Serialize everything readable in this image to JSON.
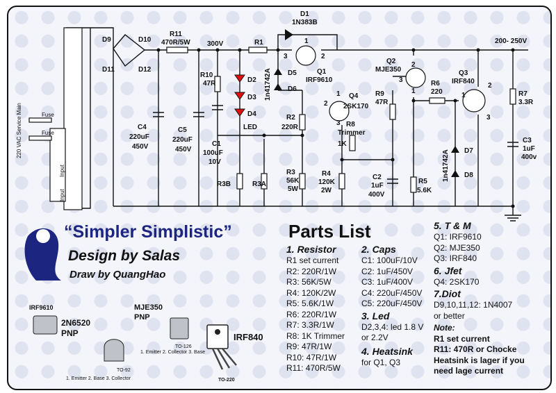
{
  "schematic": {
    "labels": {
      "d1": "D1",
      "d1_part": "1N383B",
      "d9": "D9",
      "d10": "D10",
      "d11": "D11",
      "d12": "D12",
      "r11": "R11",
      "r11_val": "470R/5W",
      "v300": "300V",
      "r1": "R1",
      "out": "200- 250V",
      "fuse1": "Fuse",
      "fuse2": "Fuse",
      "mains": "220 VAC\nService Main",
      "input1": "Input",
      "input2": "Input",
      "r10": "R10",
      "r10_val": "47R",
      "d2": "D2",
      "d3": "D3",
      "d4": "D4",
      "led": "LED",
      "d5": "D5",
      "d6": "D6",
      "zener_left": "1n41742A",
      "q1": "Q1",
      "q1_part": "IRF9610",
      "q2": "Q2",
      "q2_part": "MJE350",
      "q3": "Q3",
      "q3_part": "IRF840",
      "q4": "Q4",
      "q4_part": "2SK170",
      "r6": "R6",
      "r6_val": "220",
      "r7": "R7",
      "r7_val": "3.3R",
      "c3": "C3",
      "c3_val": "1uF",
      "c3_v": "400v",
      "r9": "R9",
      "r9_val": "47R",
      "r8": "R8",
      "r8_name": "Trimmer",
      "r8_val": "1K",
      "r2": "R2",
      "r2_val": "220R",
      "r3": "R3",
      "r3_val": "56K",
      "r3_w": "5W",
      "r4": "R4",
      "r4_val": "120K",
      "r4_w": "2W",
      "c2": "C2",
      "c2_val": "1uF",
      "c2_v": "400V",
      "r5": "R5",
      "r5_val": "5.6K",
      "d7": "D7",
      "d8": "D8",
      "zener_right": "1n41742A",
      "c4": "C4",
      "c4_val": "220uF",
      "c4_v": "450V",
      "c5": "C5",
      "c5_val": "220uF",
      "c5_v": "450V",
      "c1": "C1",
      "c1_val": "100uF",
      "c1_v": "10V",
      "r3b": "R3B",
      "r3a": "R3A",
      "pin1": "1",
      "pin2": "2",
      "pin3": "3"
    }
  },
  "title": {
    "main": "“Simpler Simplistic”",
    "design": "Design by Salas",
    "draw": "Draw by QuangHao"
  },
  "packages": {
    "irf9610": "IRF9610",
    "n2n6520": "2N6520",
    "pnp1": "PNP",
    "mje350": "MJE350",
    "pnp2": "PNP",
    "irf840": "IRF840",
    "to92": "TO-92",
    "to92_pins": "1. Emitter  2. Base  3. Collector",
    "to126": "TO-126",
    "to126_pins": "1. Emitter  2. Collector  3. Base",
    "to220": "TO-220"
  },
  "parts": {
    "title": "Parts List",
    "resistor": {
      "heading": "1. Resistor",
      "items": [
        "R1 set current",
        "R2: 220R/1W",
        "R3: 56K/5W",
        "R4: 120K/2W",
        "R5: 5.6K/1W",
        "R6: 220R/1W",
        "R7: 3.3R/1W",
        "R8:  1K Trimmer",
        "R9: 47R/1W",
        "R10: 47R/1W",
        "R11: 470R/5W"
      ]
    },
    "caps": {
      "heading": "2. Caps",
      "items": [
        "C1: 100uF/10V",
        "C2: 1uF/450V",
        "C3: 1uF/400V",
        "C4: 220uF/450V",
        "C5: 220uF/450V"
      ]
    },
    "led": {
      "heading": "3. Led",
      "items": [
        "D2,3,4: led 1.8 V",
        "or 2.2V"
      ]
    },
    "heatsink": {
      "heading": "4. Heatsink",
      "items": [
        "for Q1, Q3"
      ]
    },
    "tm": {
      "heading": "5. T & M",
      "items": [
        "Q1:  IRF9610",
        "Q2:  MJE350",
        "Q3: IRF840"
      ]
    },
    "jfet": {
      "heading": "6. Jfet",
      "items": [
        "Q4: 2SK170"
      ]
    },
    "diot": {
      "heading": "7.Diot",
      "items": [
        "D9,10,11,12: 1N4007",
        "or better"
      ]
    },
    "note": {
      "heading": "Note:",
      "items": [
        "R1 set current",
        "R11: 470R or Chocke",
        "Heatsink is lager if you",
        "need lage current"
      ]
    }
  }
}
